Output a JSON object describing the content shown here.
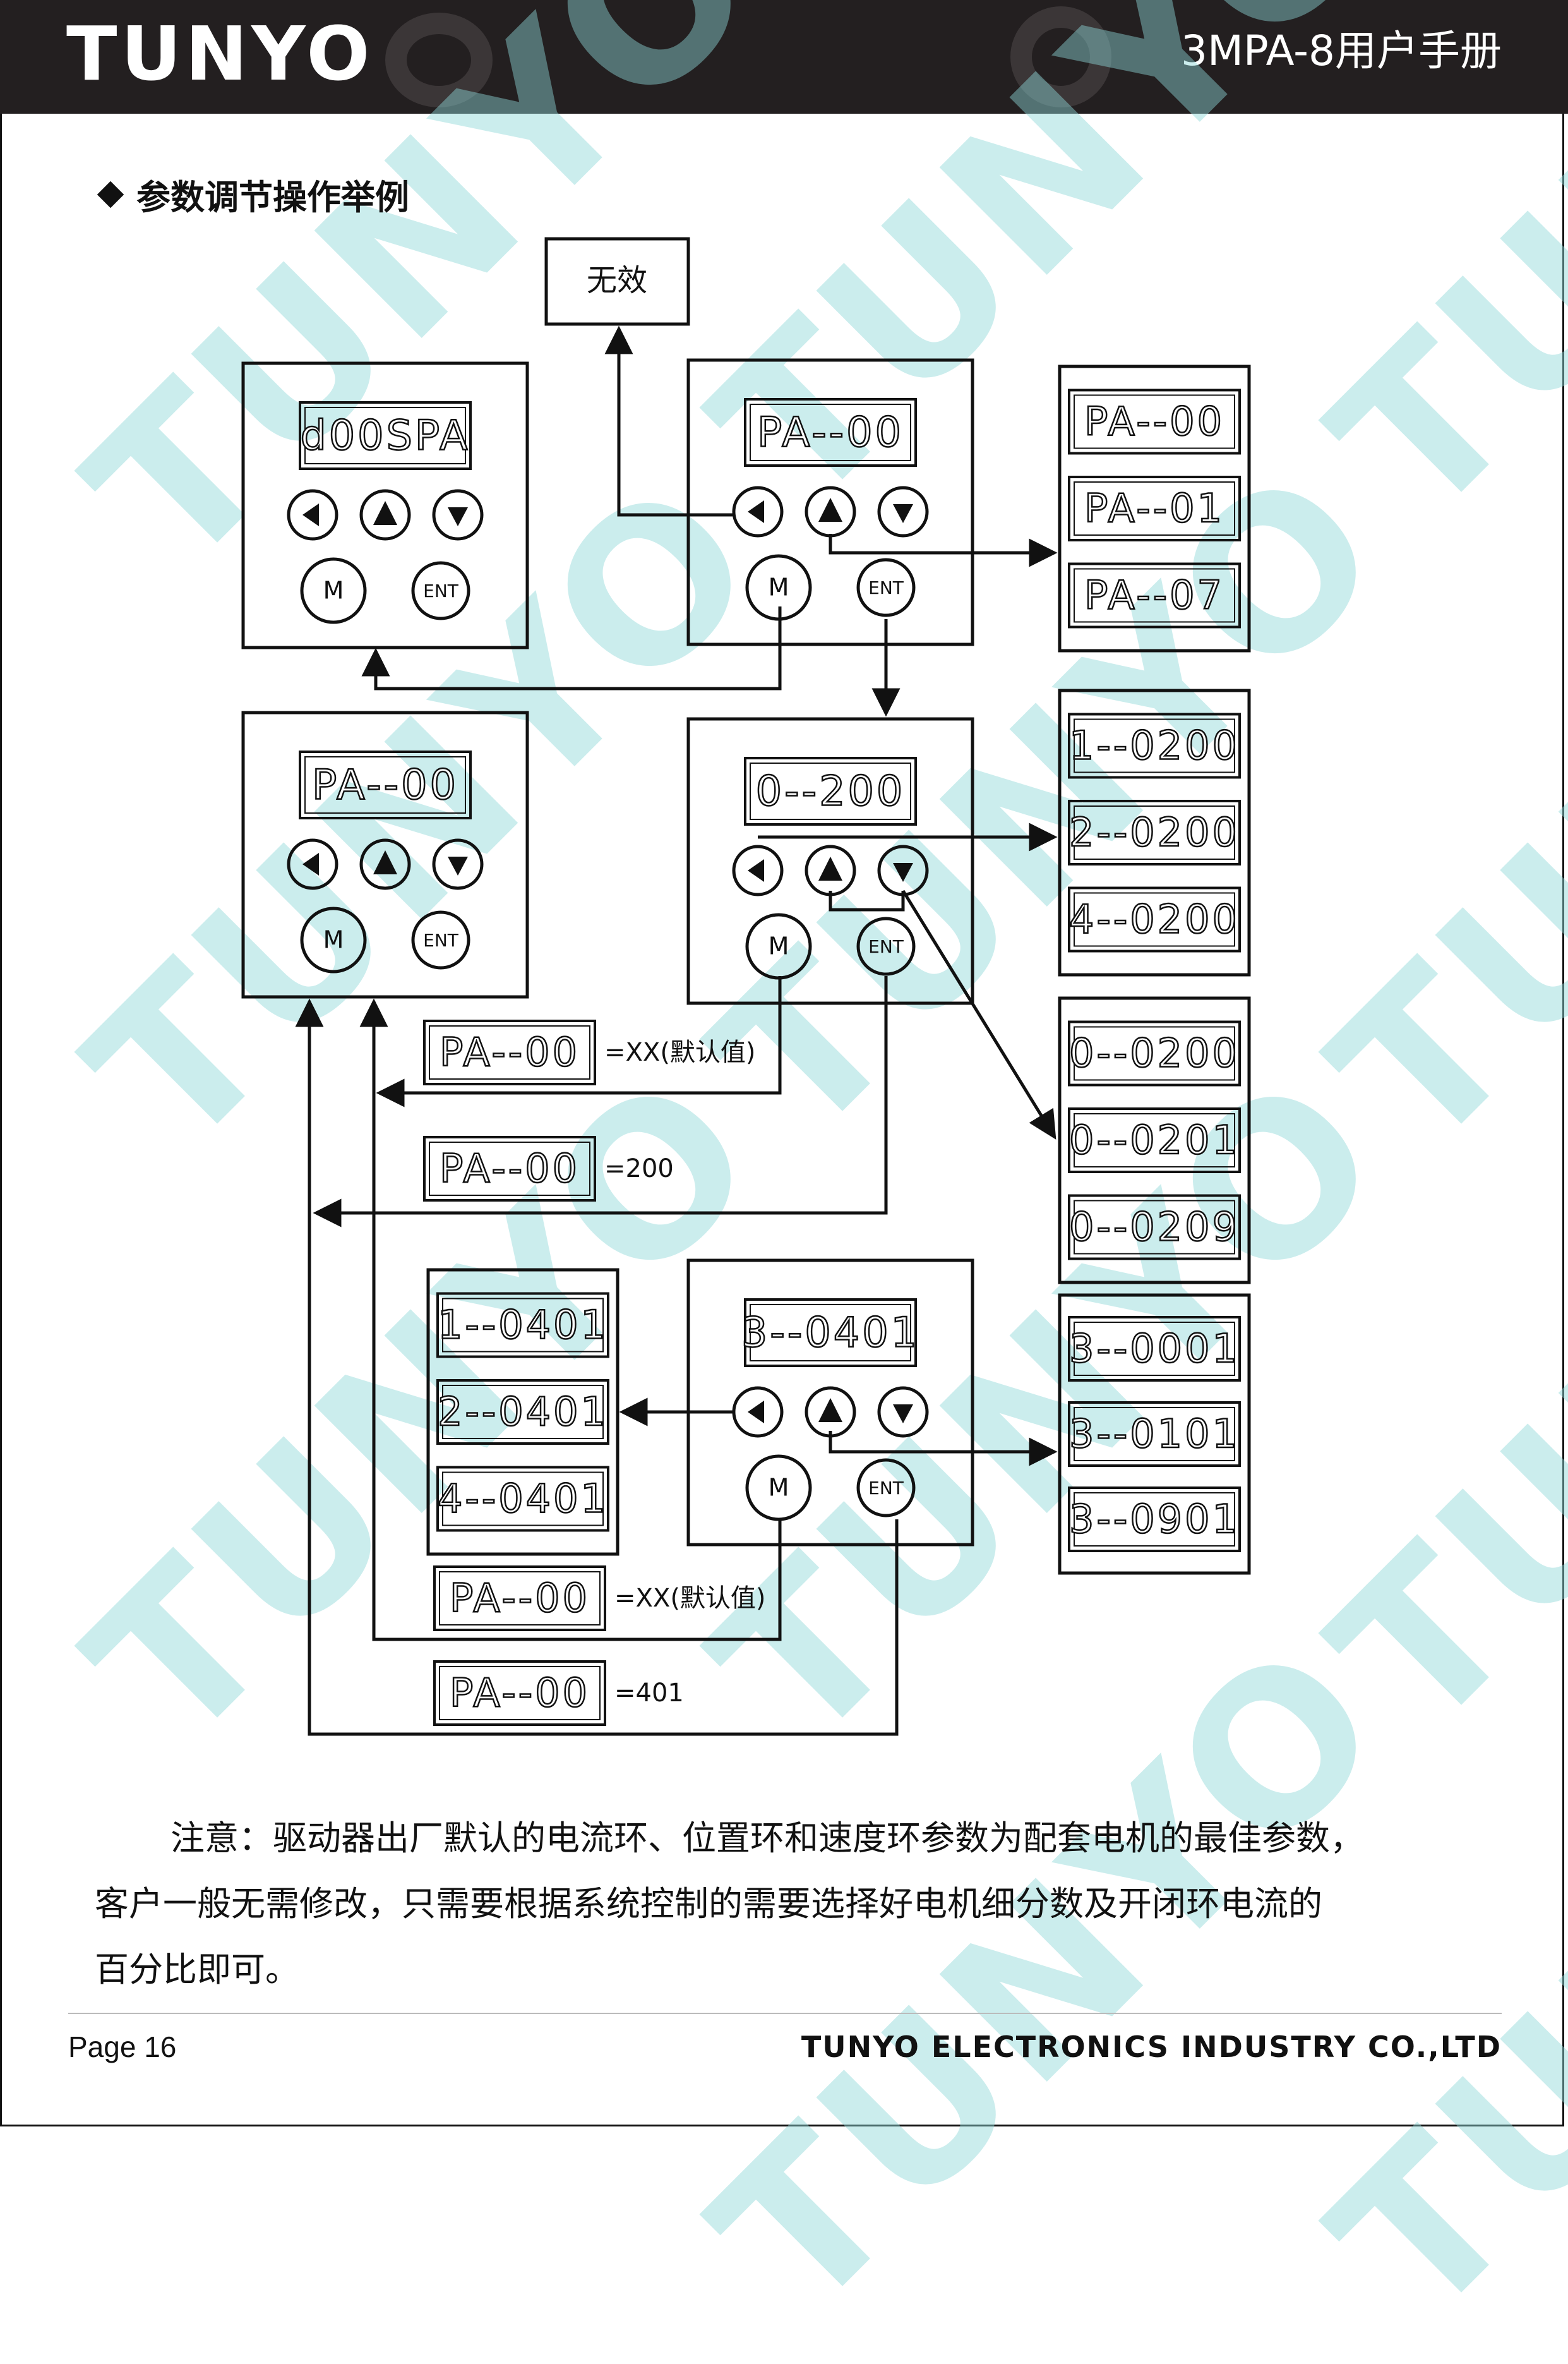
{
  "header": {
    "brand": "TUNYO",
    "doc_title": "3MPA-8用户手册"
  },
  "section_title": "参数调节操作举例",
  "watermark": "TUNYO",
  "diagram": {
    "invalid_label": "无效",
    "key_m": "M",
    "key_ent": "ENT",
    "display_left_top": "d00SPA",
    "display_param_sel": "PA--00",
    "display_value": "0--200",
    "display_value_2": "3--0401",
    "options_top": [
      "PA--00",
      "PA--01",
      "PA--07"
    ],
    "options_mid": [
      "1--0200",
      "2--0200",
      "4--0200"
    ],
    "options_digit": [
      "0--0200",
      "0--0201",
      "0--0209"
    ],
    "options_left": [
      "1--0401",
      "2--0401",
      "4--0401"
    ],
    "options_right": [
      "3--0001",
      "3--0101",
      "3--0901"
    ],
    "note_default": "=XX(默认值)",
    "note_200": "=200",
    "note_401": "=401"
  },
  "note": {
    "line1": "注意：驱动器出厂默认的电流环、位置环和速度环参数为配套电机的最佳参数，",
    "line2": "客户一般无需修改，只需要根据系统控制的需要选择好电机细分数及开闭环电流的",
    "line3": "百分比即可。"
  },
  "footer": {
    "page": "Page 16",
    "company": "TUNYO ELECTRONICS INDUSTRY CO.,LTD"
  }
}
